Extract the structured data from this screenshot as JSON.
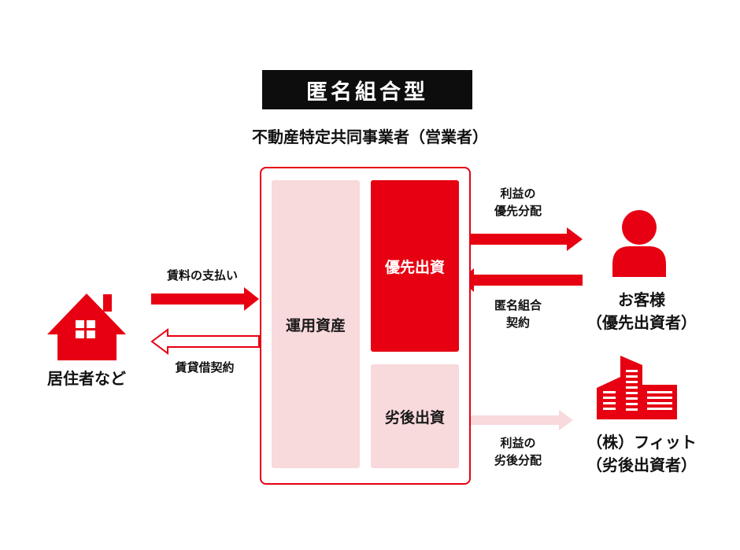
{
  "title": "匿名組合型",
  "operator": "不動産特定共同事業者（営業者）",
  "assets_label": "運用資産",
  "priority_investment": "優先出資",
  "subordinate_investment": "劣後出資",
  "residents": {
    "label": "居住者など",
    "icon": "house-icon"
  },
  "customer": {
    "name": "お客様",
    "role": "（優先出資者）",
    "icon": "person-icon"
  },
  "fit": {
    "name": "（株）フィット",
    "role": "（劣後出資者）",
    "icon": "building-icon"
  },
  "arrows": {
    "rent_payment": "賃料の支払い",
    "lease_contract": "賃貸借契約",
    "priority_distribution_line1": "利益の",
    "priority_distribution_line2": "優先分配",
    "anonymous_contract_line1": "匿名組合",
    "anonymous_contract_line2": "契約",
    "subordinate_distribution_line1": "利益の",
    "subordinate_distribution_line2": "劣後分配"
  },
  "colors": {
    "red": "#e60012",
    "pink": "#f8d9dc",
    "black": "#0d0d0d"
  }
}
